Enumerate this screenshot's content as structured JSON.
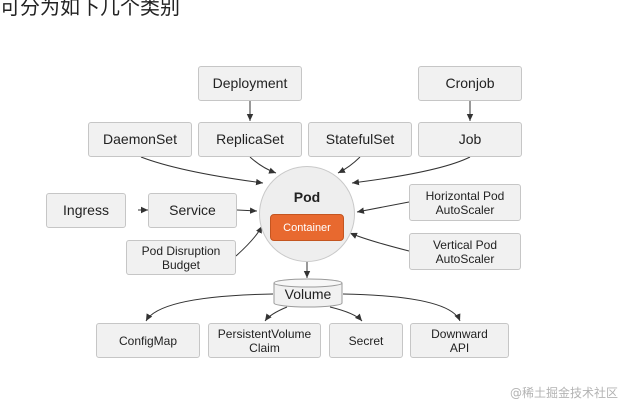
{
  "heading": "可分为如下几个类别",
  "nodes": {
    "deployment": "Deployment",
    "cronjob": "Cronjob",
    "daemonset": "DaemonSet",
    "replicaset": "ReplicaSet",
    "statefulset": "StatefulSet",
    "job": "Job",
    "ingress": "Ingress",
    "service": "Service",
    "pdb_line1": "Pod Disruption",
    "pdb_line2": "Budget",
    "hpa_line1": "Horizontal Pod",
    "hpa_line2": "AutoScaler",
    "vpa_line1": "Vertical Pod",
    "vpa_line2": "AutoScaler",
    "pod": "Pod",
    "container": "Container",
    "volume": "Volume",
    "configmap": "ConfigMap",
    "pvc_line1": "PersistentVolume",
    "pvc_line2": "Claim",
    "secret": "Secret",
    "downward_line1": "Downward",
    "downward_line2": "API"
  },
  "watermark": "@稀土掘金技术社区",
  "colors": {
    "container": "#e8692f",
    "box_fill": "#f1f1f1",
    "box_border": "#c6c6c6",
    "edge": "#333333"
  }
}
